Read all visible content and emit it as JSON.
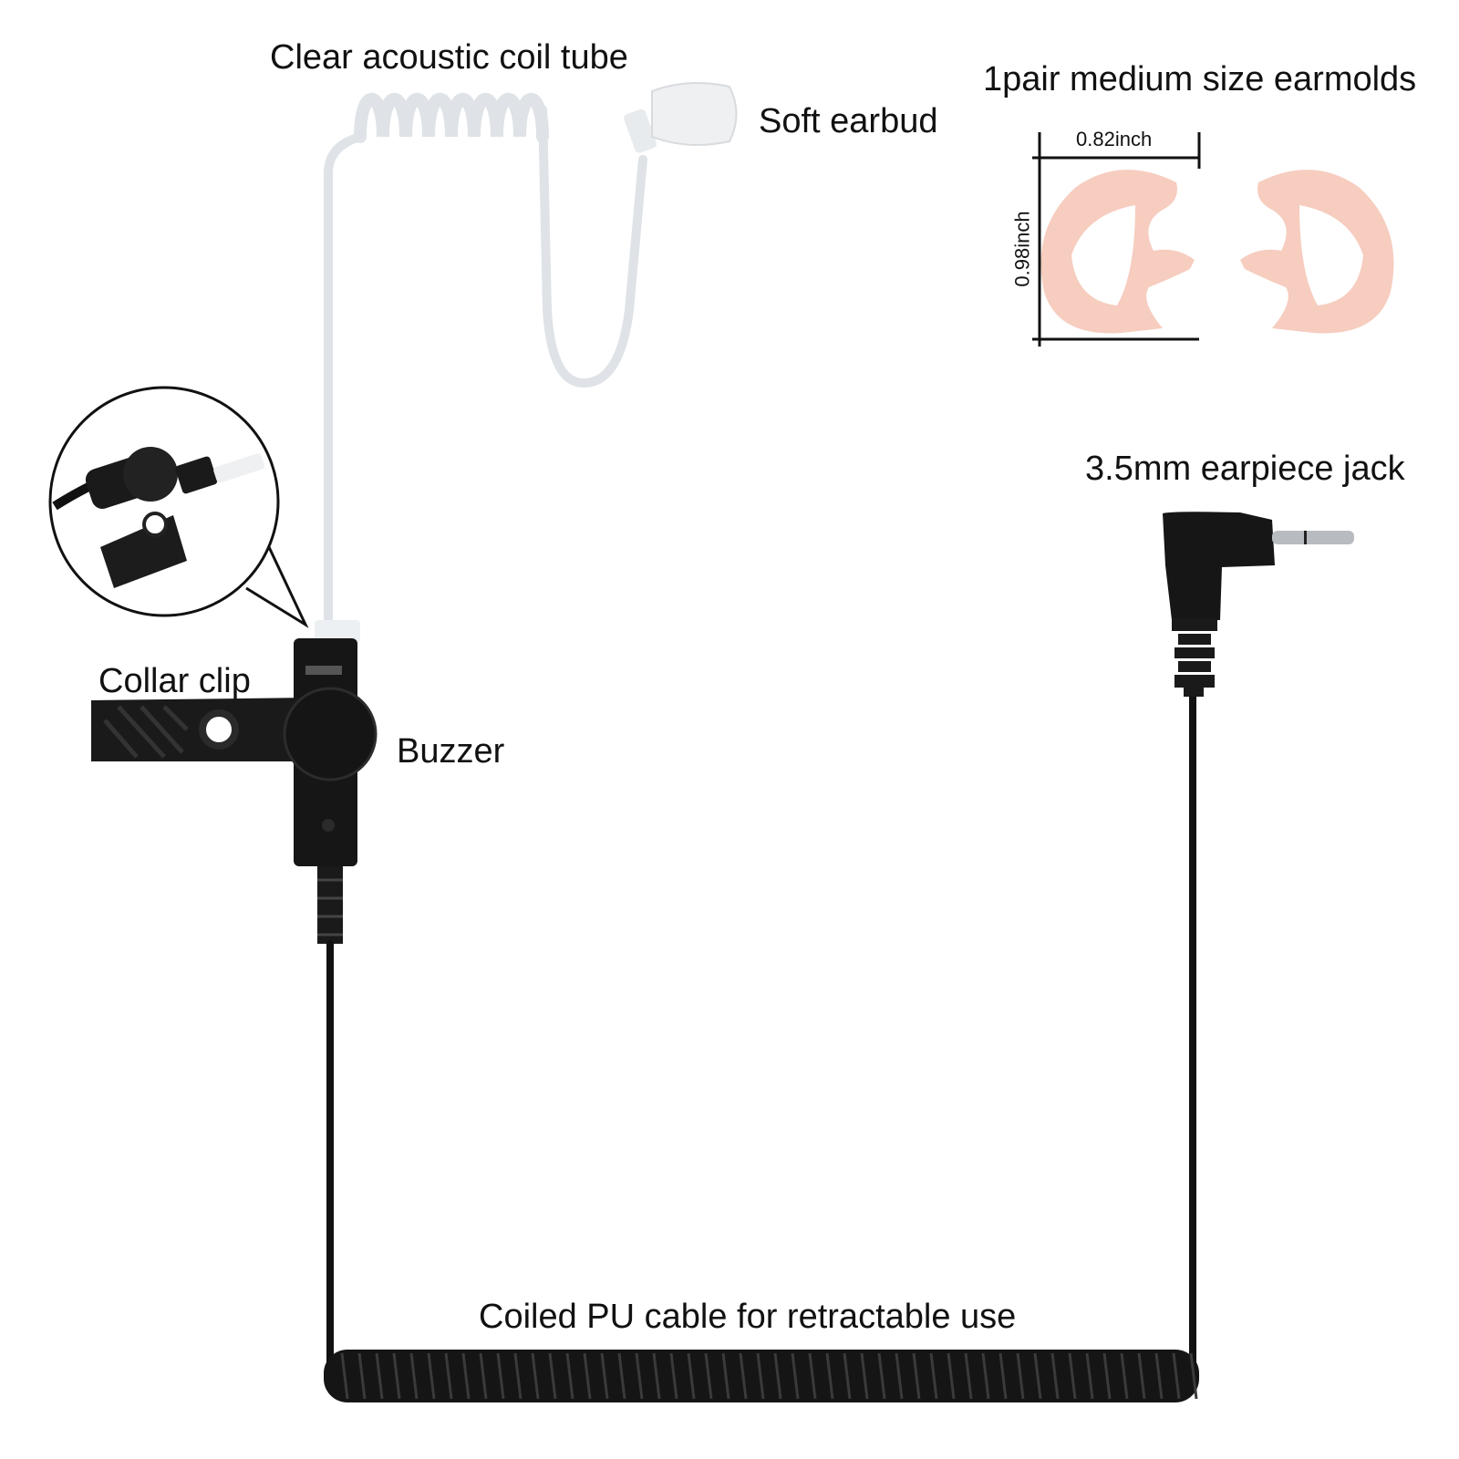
{
  "diagram": {
    "subject": "Acoustic tube earpiece with 3.5mm jack",
    "labels": {
      "coil_tube": "Clear acoustic coil tube",
      "earbud": "Soft earbud",
      "earmolds": "1pair medium size earmolds",
      "earmold_width": "0.82inch",
      "earmold_height": "0.98inch",
      "jack": "3.5mm earpiece jack",
      "collar_clip": "Collar clip",
      "buzzer": "Buzzer",
      "coiled_cable": "Coiled PU cable for retractable use"
    },
    "colors": {
      "background": "#ffffff",
      "cable": "#111111",
      "clear_tube": "#e6e9ec",
      "earmold": "#f6cdbf",
      "text": "#111111"
    }
  }
}
